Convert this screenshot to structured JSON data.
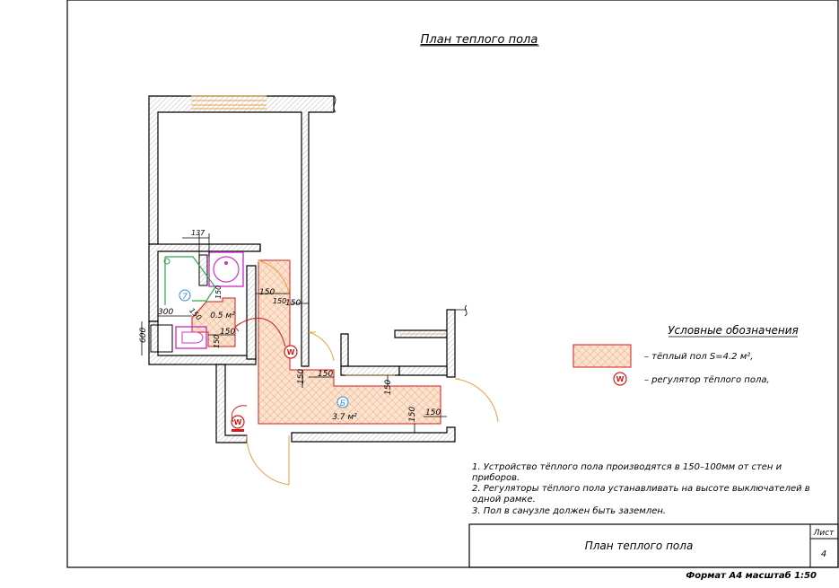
{
  "title": "План теплого пола",
  "legend": {
    "heading": "Условные обозначения",
    "items": [
      {
        "symbol": "heated-floor",
        "text": "– тёплый пол S=4.2 м²,"
      },
      {
        "symbol": "W",
        "text": "– регулятор тёплого пола,"
      }
    ]
  },
  "plan": {
    "rooms": [
      {
        "id": "7",
        "area": "0.5 м²"
      },
      {
        "id": "Б",
        "area": "3.7 м²"
      }
    ],
    "regulator_symbol": "W",
    "dimensions": [
      "137",
      "150",
      "150",
      "150",
      "300",
      "150",
      "150",
      "150",
      "600",
      "150",
      "150",
      "150",
      "150",
      "150",
      "150"
    ]
  },
  "notes": [
    "1. Устройство тёплого пола производятся в 150–100мм от стен и",
    "приборов.",
    "2. Регуляторы тёплого пола устанавливать на высоте выключателей в",
    "одной рамке.",
    "3. Пол в санузле должен быть заземлен."
  ],
  "title_block": {
    "name": "План теплого пола",
    "sheet_label": "Лист",
    "sheet_number": "4"
  },
  "footer": "Формат А4 масштаб 1:50",
  "colors": {
    "wall": "#000000",
    "heated_floor_fill": "#fbe3cf",
    "heated_floor_line": "#d21b1b",
    "hatch": "#e8a878",
    "door": "#e8a040",
    "regulator": "#d21b1b",
    "fixture": "#cc33cc",
    "shower": "#2fa84f",
    "room_marker": "#3a86d8"
  }
}
